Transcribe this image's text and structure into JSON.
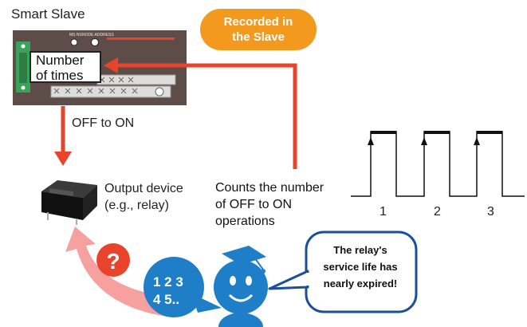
{
  "slave": {
    "title": "Smart Slave",
    "panel_small_labels": [
      "MS NS",
      "NODE ADDRESS"
    ],
    "counter_label_line1": "Number",
    "counter_label_line2": "of times"
  },
  "badge": {
    "line1": "Recorded in",
    "line2": "the Slave"
  },
  "transition_label": "OFF to ON",
  "output_device": {
    "line1": "Output device",
    "line2": "(e.g., relay)"
  },
  "counts": {
    "line1": "Counts the number",
    "line2": "of OFF to ON",
    "line3": "operations"
  },
  "pulses": {
    "labels": [
      "1",
      "2",
      "3"
    ]
  },
  "warning": {
    "question_mark": "?",
    "speech_line1": "The relay's",
    "speech_line2": "service life has",
    "speech_line3": "nearly expired!",
    "numbers_line1": "1 2 3",
    "numbers_line2": "4 5.."
  },
  "colors": {
    "arrow_red": "#e8442c",
    "badge_orange": "#f39a1e",
    "panel_brown": "#5e4c48",
    "blue": "#1f7ec8",
    "pink_arrow": "#f6a0a0"
  }
}
